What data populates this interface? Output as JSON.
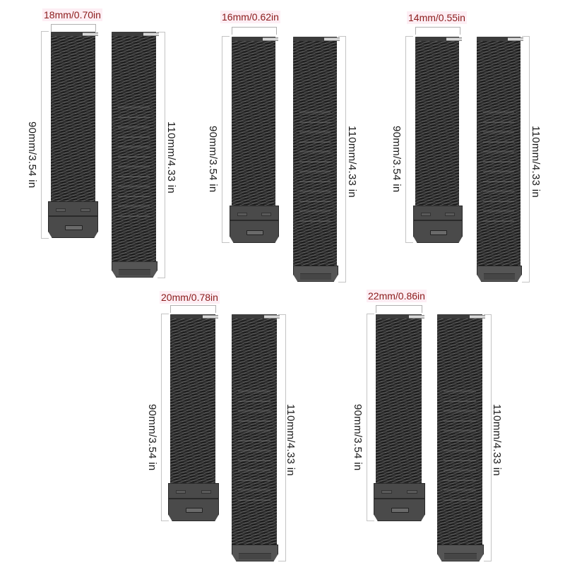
{
  "image": {
    "description": "Milanese mesh watch band size chart",
    "background": "#ffffff",
    "strap_color": "#2e2e2e",
    "label_color": "#8b1a1a"
  },
  "bands": [
    {
      "width_label": "18mm/0.70in",
      "short_length_label": "90mm/3.54 in",
      "long_length_label": "110mm/4.33 in"
    },
    {
      "width_label": "16mm/0.62in",
      "short_length_label": "90mm/3.54 in",
      "long_length_label": "110mm/4.33 in"
    },
    {
      "width_label": "14mm/0.55in",
      "short_length_label": "90mm/3.54 in",
      "long_length_label": "110mm/4.33 in"
    },
    {
      "width_label": "20mm/0.78in",
      "short_length_label": "90mm/3.54 in",
      "long_length_label": "110mm/4.33 in"
    },
    {
      "width_label": "22mm/0.86in",
      "short_length_label": "90mm/3.54 in",
      "long_length_label": "110mm/4.33 in"
    }
  ]
}
